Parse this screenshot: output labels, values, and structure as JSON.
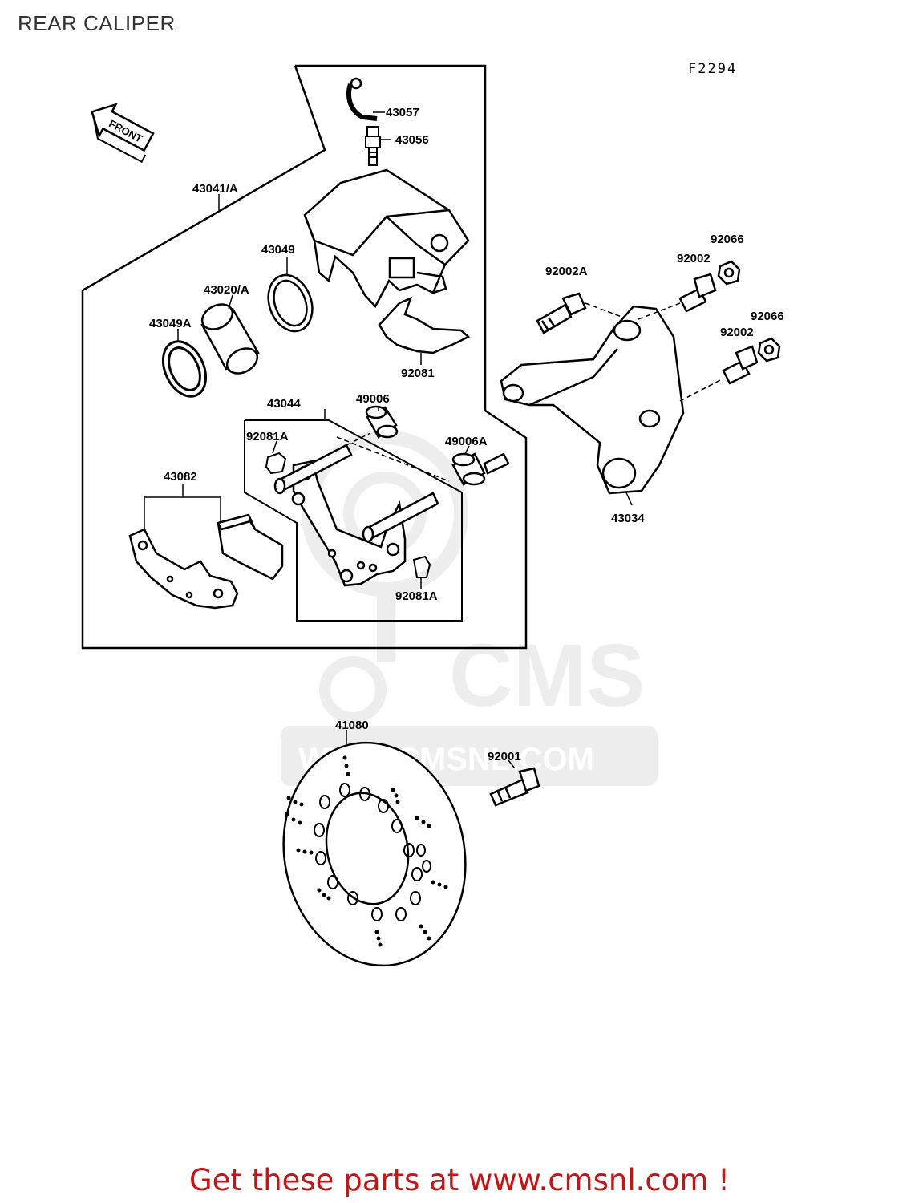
{
  "page": {
    "title": "REAR CALIPER",
    "figure_code": "F2294",
    "watermark_url": "WWW.CMSNL.COM",
    "watermark_brand": "CMS",
    "front_arrow_text": "FRONT",
    "cta": "Get these parts at www.cmsnl.com !",
    "cta_color": "#cc1111"
  },
  "labels": {
    "p43057": "43057",
    "p43056": "43056",
    "p43041A": "43041/A",
    "p43049": "43049",
    "p43020A": "43020/A",
    "p43049A": "43049A",
    "p92081": "92081",
    "p43044": "43044",
    "p49006": "49006",
    "p92081A_top": "92081A",
    "p49006A": "49006A",
    "p43082": "43082",
    "p92081A_bottom": "92081A",
    "p92002A": "92002A",
    "p92066_top": "92066",
    "p92002_top": "92002",
    "p92066_bottom": "92066",
    "p92002_bottom": "92002",
    "p43034": "43034",
    "p41080": "41080",
    "p92001": "92001"
  }
}
